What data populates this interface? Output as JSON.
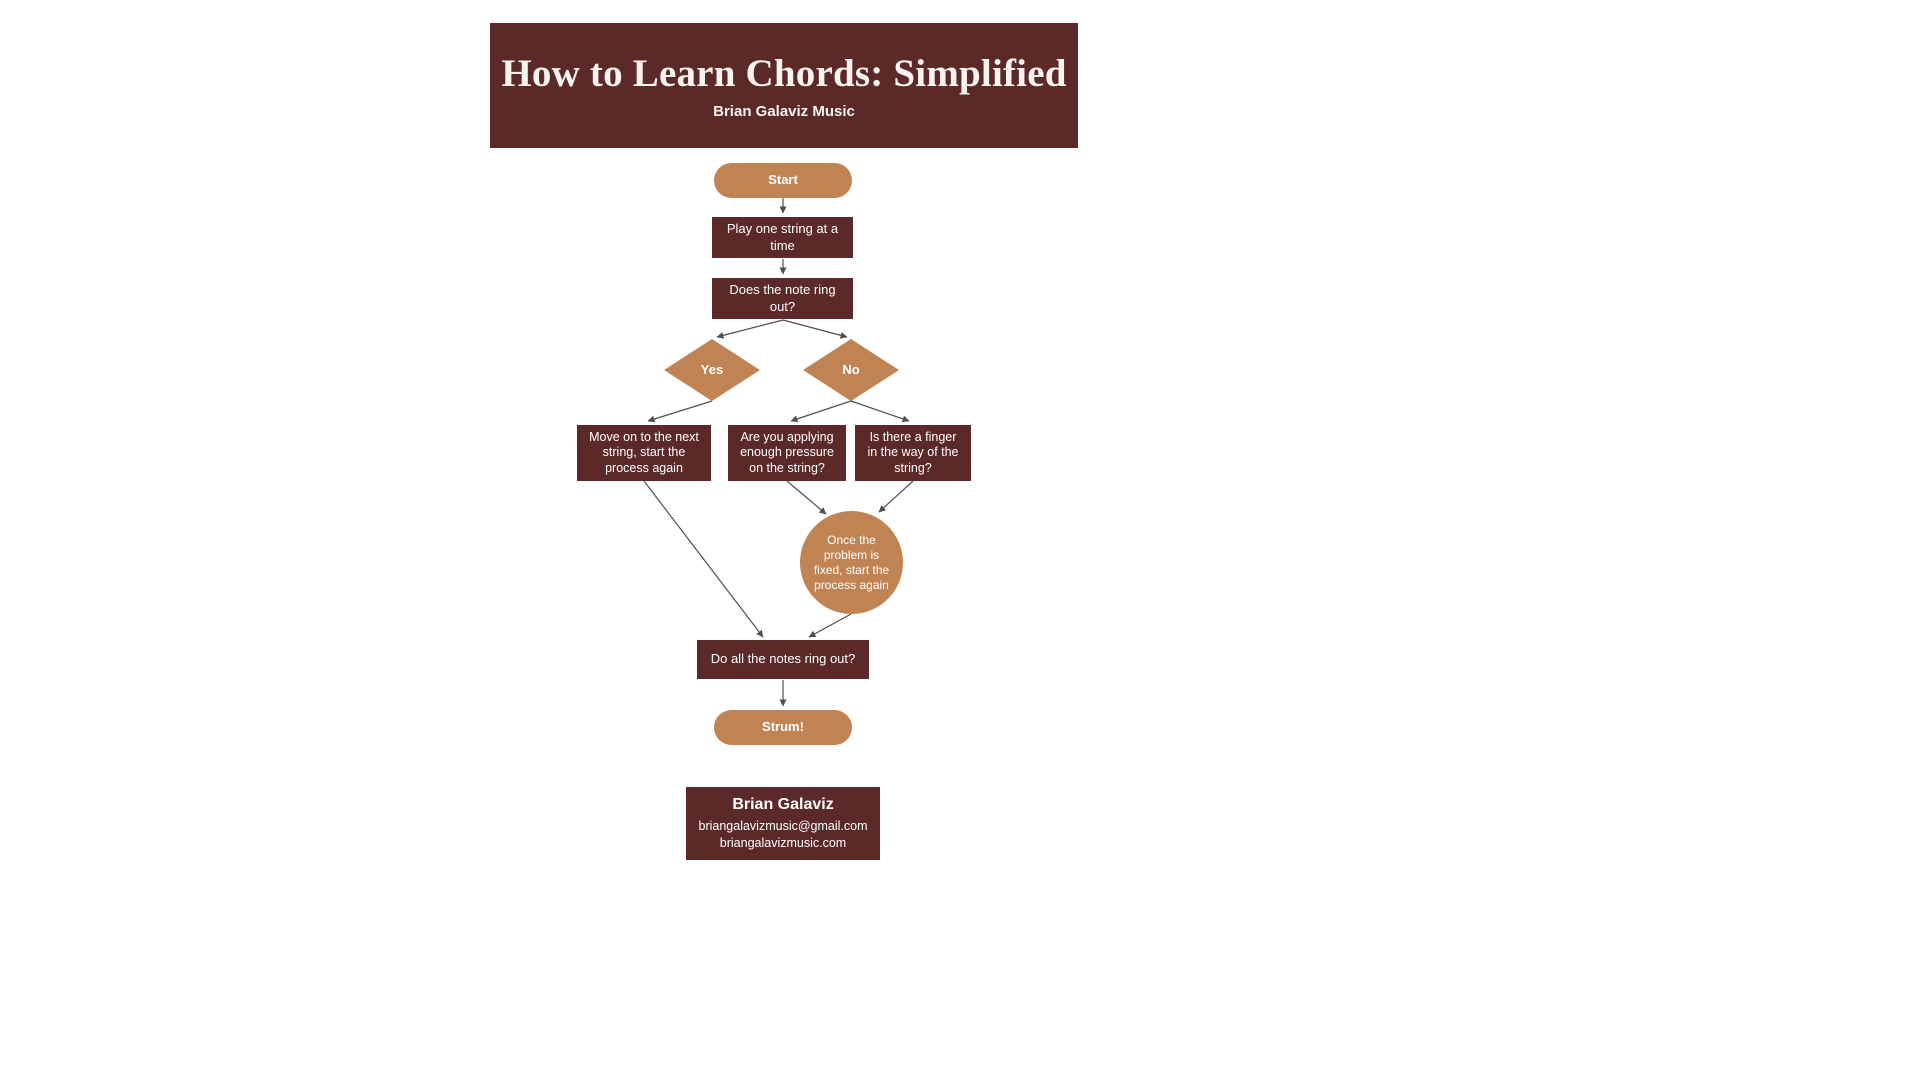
{
  "header": {
    "title": "How to Learn Chords: Simplified",
    "subtitle": "Brian Galaviz Music"
  },
  "nodes": {
    "start": "Start",
    "play": "Play one string at a time",
    "ring": "Does the note ring out?",
    "yes": "Yes",
    "no": "No",
    "move_on": "Move on to the next string, start the process again",
    "pressure": "Are you applying enough pressure on the string?",
    "finger": "Is there a finger in the way of the string?",
    "fixed": "Once the problem is fixed, start the process again",
    "all_ring": "Do all the notes ring out?",
    "strum": "Strum!"
  },
  "footer": {
    "name": "Brian Galaviz",
    "email": "briangalavizmusic@gmail.com",
    "website": "briangalavizmusic.com"
  },
  "colors": {
    "maroon": "#5c2929",
    "tan": "#c08454",
    "arrow": "#4f4f4f",
    "background": "#ffffff"
  }
}
